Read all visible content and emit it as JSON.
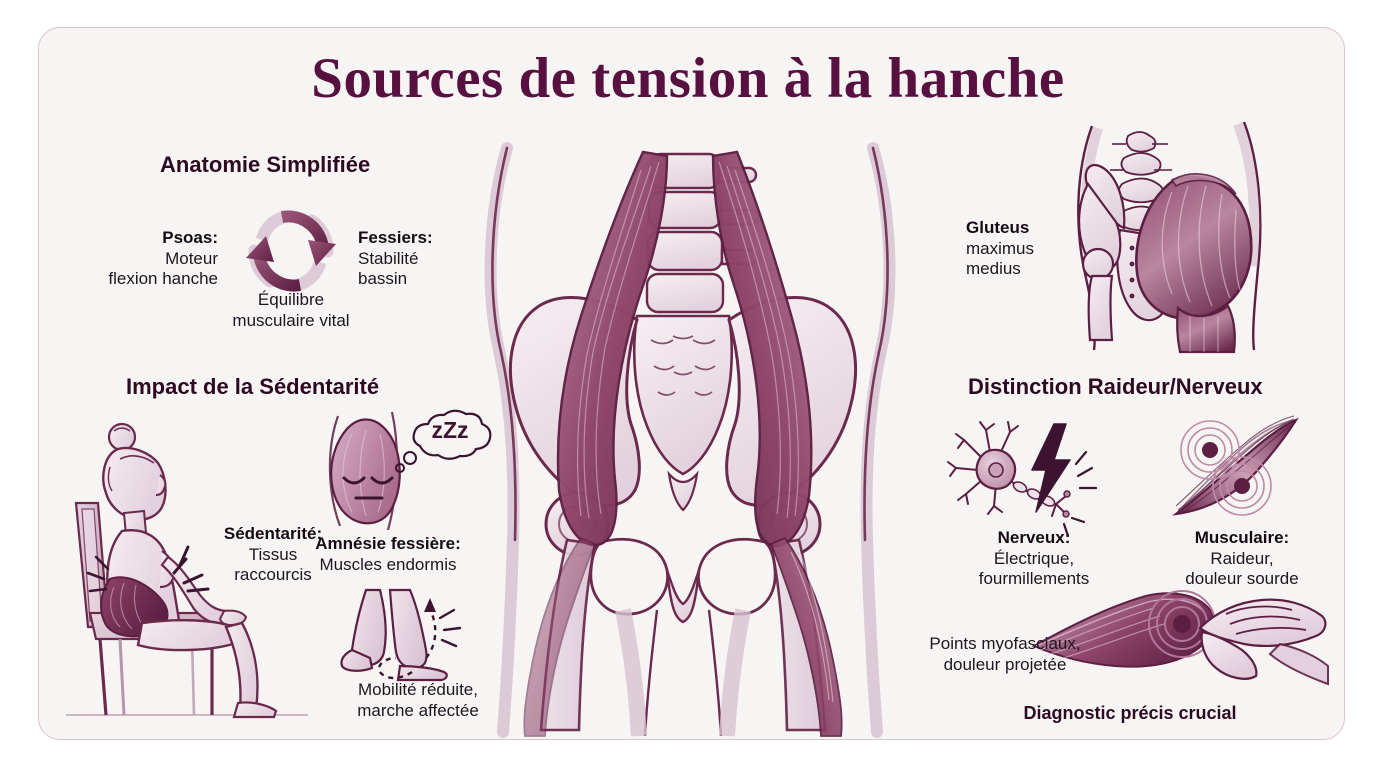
{
  "poster": {
    "title": "Sources de tension à la hanche",
    "colors": {
      "background": "#f7f5f4",
      "frame_border": "#d8c3d0",
      "title": "#571040",
      "heading": "#2d0a22",
      "body_text": "#1f1520",
      "muscle_dark": "#5c1f42",
      "muscle_mid": "#9c5a7a",
      "muscle_light": "#d9bfcd",
      "bone_light": "#eee4ea"
    }
  },
  "sections": {
    "anatomy": {
      "heading": "Anatomie Simplifiée",
      "psoas_label": "Psoas:",
      "psoas_desc_line1": "Moteur",
      "psoas_desc_line2": "flexion hanche",
      "glutes_label": "Fessiers:",
      "glutes_desc_line1": "Stabilité",
      "glutes_desc_line2": "bassin",
      "cycle_caption_line1": "Équilibre",
      "cycle_caption_line2": "musculaire vital",
      "cycle_icon": "circular-arrows-icon"
    },
    "sedentary": {
      "heading": "Impact de la Sédentarité",
      "sitting_label": "Sédentarité:",
      "sitting_desc_line1": "Tissus",
      "sitting_desc_line2": "raccourcis",
      "amnesia_label": "Amnésie fessière:",
      "amnesia_desc": "Muscles endormis",
      "sleep_bubble_text": "zZz",
      "mobility_desc_line1": "Mobilité réduite,",
      "mobility_desc_line2": "marche affectée",
      "sitting_icon": "seated-woman-icon",
      "sleep_icon": "sleeping-glute-icon",
      "legs_icon": "walking-legs-icon"
    },
    "gluteus": {
      "label": "Gluteus",
      "desc_line1": "maximus",
      "desc_line2": "medius",
      "icon": "posterior-hip-anatomy-icon"
    },
    "distinction": {
      "heading": "Distinction Raideur/Nerveux",
      "nerve_label": "Nerveux:",
      "nerve_desc_line1": "Électrique,",
      "nerve_desc_line2": "fourmillements",
      "muscle_label": "Musculaire:",
      "muscle_desc_line1": "Raideur,",
      "muscle_desc_line2": "douleur sourde",
      "nerve_icon": "neuron-lightning-icon",
      "muscle_icon": "muscle-trigger-point-icon"
    },
    "myofascial": {
      "desc_line1": "Points myofasciaux,",
      "desc_line2": "douleur projetée",
      "conclusion": "Diagnostic précis crucial",
      "icon": "hand-pressing-muscle-icon"
    },
    "central": {
      "icon": "pelvis-psoas-anatomy-icon"
    }
  }
}
